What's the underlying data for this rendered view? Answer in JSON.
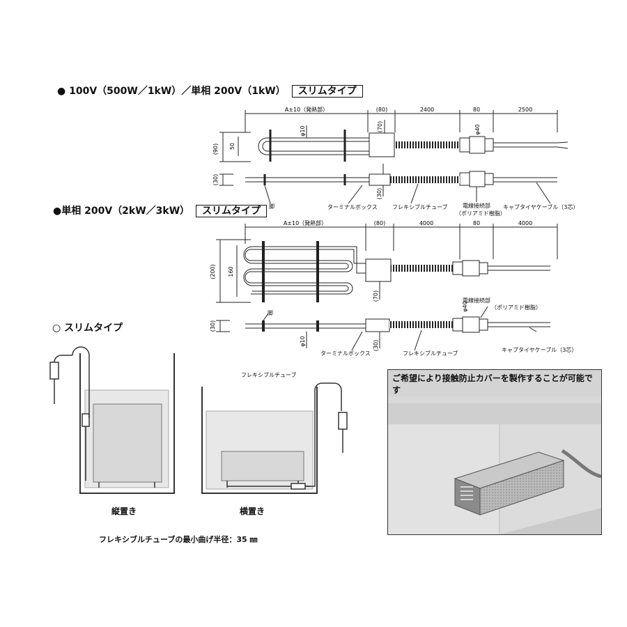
{
  "section1": {
    "heading": "● 100V（500W／1kW）／単相 200V（1kW）",
    "tag": "スリムタイプ",
    "dims": {
      "a": "A±10（発熱部）",
      "box": "(80)",
      "tube": "2400",
      "conn": "80",
      "cable": "2500",
      "h90": "(90)",
      "h50": "50",
      "phi10": "φ10",
      "h70": "(70)",
      "phi40": "φ40",
      "h30a": "(30)",
      "h30b": "(30)"
    },
    "labels": {
      "foot": "脚",
      "terminal_box": "ターミナルボックス",
      "flexible_tube": "フレキシブルチューブ",
      "wire_connection": "電線接続部",
      "polyamide": "（ポリアミド樹脂）",
      "cabtire": "キャブタイヤケーブル（3芯）"
    }
  },
  "section2": {
    "heading": "●単相 200V（2kW／3kW）",
    "tag": "スリムタイプ",
    "dims": {
      "a": "A±10（発熱部）",
      "box": "(80)",
      "tube": "4000",
      "conn": "80",
      "cable": "4000",
      "h200": "(200)",
      "h160": "160",
      "h70": "(70)",
      "phi40": "φ40",
      "h30a": "(30)",
      "phi10": "φ10",
      "h30b": "(30)"
    },
    "labels": {
      "foot": "脚",
      "wire_connection": "電線接続部",
      "polyamide": "（ポリアミド樹脂）",
      "terminal_box": "ターミナルボックス",
      "flexible_tube": "フレキシブルチューブ",
      "cabtire": "キャブタイヤケーブル（3芯）"
    }
  },
  "install": {
    "heading": "○ スリムタイプ",
    "tube_label": "フレキシブルチューブ",
    "vertical": "縦置き",
    "horizontal": "横置き",
    "bend_note": "フレキシブルチューブの最小曲げ半径：35 ㎜"
  },
  "notice": {
    "text": "ご希望により接触防止カバーを製作することが可能です"
  }
}
